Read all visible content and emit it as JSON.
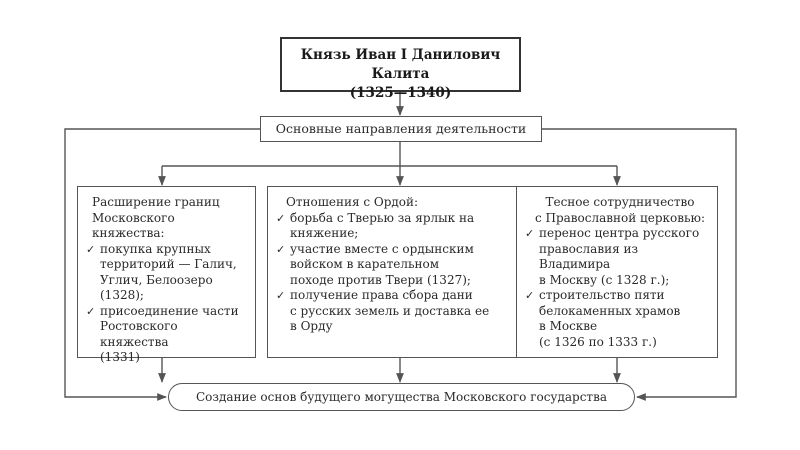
{
  "title": {
    "line1": "Князь Иван I Данилович Калита",
    "line2": "(1325—1340)"
  },
  "directions": {
    "label": "Основные направления деятельности"
  },
  "columns": [
    {
      "heading": [
        "Расширение границ",
        "Московского княжества:"
      ],
      "items": [
        [
          "покупка крупных",
          "территорий — Галич,",
          "Углич, Белоозеро",
          "(1328);"
        ],
        [
          "присоединение части",
          "Ростовского княжества",
          "(1331)"
        ]
      ]
    },
    {
      "heading": [
        "Отношения с Ордой:"
      ],
      "items": [
        [
          "борьба с Тверью за ярлык на",
          "княжение;"
        ],
        [
          "участие вместе с ордынским",
          "войском в карательном",
          "походе против Твери (1327);"
        ],
        [
          "получение права сбора дани",
          "с русских земель и доставка ее",
          "в Орду"
        ]
      ]
    },
    {
      "heading": [
        "Тесное сотрудничество",
        "с Православной церковью:"
      ],
      "items": [
        [
          "перенос центра русского",
          "православия из Владимира",
          "в Москву (с 1328 г.);"
        ],
        [
          "строительство пяти",
          "белокаменных храмов",
          "в Москве",
          "(с 1326 по 1333 г.)"
        ]
      ]
    }
  ],
  "result": {
    "label": "Создание основ будущего могущества Московского государства"
  },
  "colors": {
    "line": "#555555",
    "text": "#2a2a2a"
  }
}
